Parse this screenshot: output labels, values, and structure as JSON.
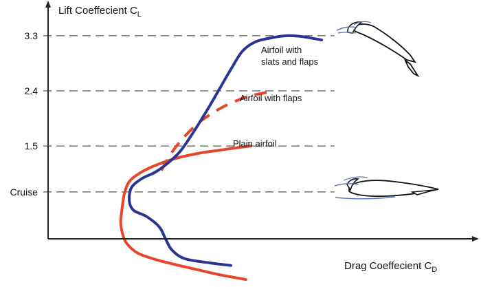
{
  "chart_data": {
    "type": "line",
    "title": "",
    "xlabel": {
      "main": "Drag Coeffecient C",
      "subscript": "D"
    },
    "ylabel": {
      "main": "Lift Coeffecient C",
      "subscript": "L"
    },
    "xlim": [
      0,
      1
    ],
    "ylim": [
      -0.95,
      3.6
    ],
    "yticks": [
      {
        "label": "3.3",
        "value": 3.3
      },
      {
        "label": "2.4",
        "value": 2.4
      },
      {
        "label": "1.5",
        "value": 1.5
      },
      {
        "label": "Cruise",
        "value": 0.75
      }
    ],
    "grid": "dashed horizontal at y ticks",
    "colors": {
      "blue": "#2a3593",
      "orange": "#e8452a",
      "axis": "#222222",
      "grid": "#555555"
    },
    "series": [
      {
        "name": "Plain airfoil",
        "label_lines": [
          "Plain airfoil"
        ],
        "color": "#e8452a",
        "dash": false,
        "points": [
          [
            0.4625,
            -0.68
          ],
          [
            0.4,
            -0.6
          ],
          [
            0.35,
            -0.52
          ],
          [
            0.3,
            -0.44
          ],
          [
            0.25,
            -0.35
          ],
          [
            0.21,
            -0.25
          ],
          [
            0.185,
            -0.1
          ],
          [
            0.175,
            0.05
          ],
          [
            0.17,
            0.25
          ],
          [
            0.1735,
            0.5
          ],
          [
            0.1785,
            0.72
          ],
          [
            0.19,
            0.92
          ],
          [
            0.215,
            1.06
          ],
          [
            0.25,
            1.18
          ],
          [
            0.3,
            1.3
          ],
          [
            0.36,
            1.39
          ],
          [
            0.4,
            1.43
          ],
          [
            0.44,
            1.47
          ],
          [
            0.475,
            1.5
          ]
        ]
      },
      {
        "name": "Airfoil with flaps",
        "label_lines": [
          "Airfoil with flaps"
        ],
        "color": "#e8452a",
        "dash": true,
        "points": [
          [
            0.265,
            1.1
          ],
          [
            0.29,
            1.4
          ],
          [
            0.32,
            1.66
          ],
          [
            0.36,
            1.92
          ],
          [
            0.41,
            2.14
          ],
          [
            0.46,
            2.29
          ],
          [
            0.5,
            2.36
          ],
          [
            0.53,
            2.39
          ]
        ]
      },
      {
        "name": "Airfoil with slats and flaps",
        "label_lines": [
          "Airfoil with",
          "slats and flaps"
        ],
        "color": "#2a3593",
        "dash": false,
        "points": [
          [
            0.4275,
            -0.45
          ],
          [
            0.38,
            -0.41
          ],
          [
            0.32,
            -0.34
          ],
          [
            0.29,
            -0.2
          ],
          [
            0.275,
            -0.02
          ],
          [
            0.26,
            0.18
          ],
          [
            0.23,
            0.35
          ],
          [
            0.2,
            0.45
          ],
          [
            0.19,
            0.6
          ],
          [
            0.195,
            0.82
          ],
          [
            0.22,
            0.97
          ],
          [
            0.25,
            1.07
          ],
          [
            0.28,
            1.22
          ],
          [
            0.31,
            1.42
          ],
          [
            0.345,
            1.78
          ],
          [
            0.375,
            2.12
          ],
          [
            0.405,
            2.48
          ],
          [
            0.43,
            2.78
          ],
          [
            0.455,
            3.05
          ],
          [
            0.485,
            3.2
          ],
          [
            0.525,
            3.27
          ],
          [
            0.56,
            3.3
          ],
          [
            0.59,
            3.29
          ],
          [
            0.64,
            3.23
          ]
        ]
      }
    ],
    "airfoil_icons": [
      "slats-and-flaps-airfoil-icon",
      "cruise-airfoil-icon"
    ]
  }
}
